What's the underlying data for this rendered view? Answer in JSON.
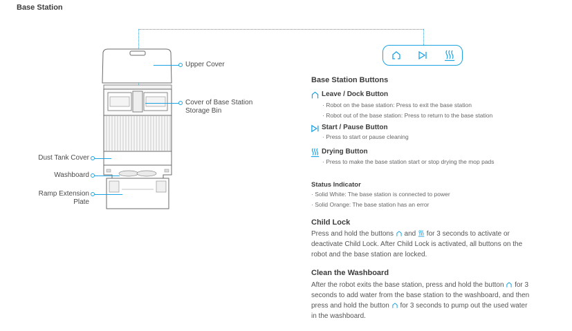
{
  "page": {
    "title": "Base Station"
  },
  "callouts": {
    "upper_cover": "Upper Cover",
    "storage_cover_line1": "Cover of Base Station",
    "storage_cover_line2": "Storage Bin",
    "dust_tank_cover": "Dust Tank Cover",
    "washboard": "Washboard",
    "ramp_line1": "Ramp Extension",
    "ramp_line2": "Plate"
  },
  "panel": {
    "icons": [
      "home-icon",
      "play-pause-icon",
      "drying-icon"
    ]
  },
  "buttons_section": {
    "heading": "Base Station Buttons",
    "leave_dock": {
      "title": "Leave / Dock Button",
      "bullets": [
        "Robot on the base station: Press to exit the base station",
        "Robot out of the base station: Press to return to the base station"
      ]
    },
    "start_pause": {
      "title": "Start / Pause Button",
      "bullets": [
        "Press to start or pause cleaning"
      ]
    },
    "drying": {
      "title": "Drying Button",
      "bullets": [
        "Press to make the base station start or stop drying the mop pads"
      ]
    }
  },
  "status": {
    "heading": "Status Indicator",
    "bullets": [
      "Solid White: The base station is connected to power",
      "Solid Orange: The base station has an error"
    ]
  },
  "child_lock": {
    "heading": "Child Lock",
    "p1_a": "Press and hold the buttons",
    "p1_b": "and",
    "p1_c": "for 3 seconds to activate or",
    "line2": "deactivate Child Lock. After Child Lock is activated, all buttons on the",
    "line3": "robot and the base station are locked."
  },
  "washboard": {
    "heading": "Clean the Washboard",
    "l1_a": "After the robot exits the base station, press and hold the button",
    "l1_b": "for 3",
    "line2": "seconds to add water from the base station to the washboard, and then",
    "l3_a": "press and hold the button",
    "l3_b": "for 3 seconds to pump out the used water",
    "line4": "in the washboard."
  },
  "colors": {
    "accent": "#1aa3e0",
    "text": "#4a4a4a"
  }
}
